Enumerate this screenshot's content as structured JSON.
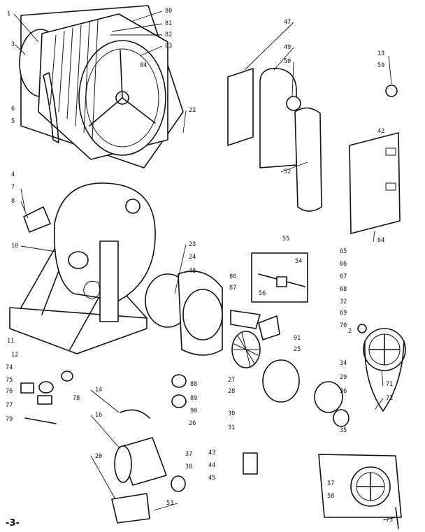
{
  "page_number": "-3-",
  "callouts": [
    {
      "id": "c1",
      "text": "1"
    },
    {
      "id": "c2",
      "text": "2"
    },
    {
      "id": "c3",
      "text": "3"
    },
    {
      "id": "c4",
      "text": "4"
    },
    {
      "id": "c5",
      "text": "5"
    },
    {
      "id": "c6",
      "text": "6"
    },
    {
      "id": "c7",
      "text": "7"
    },
    {
      "id": "c8",
      "text": "8"
    },
    {
      "id": "c10",
      "text": "10"
    },
    {
      "id": "c11",
      "text": "11"
    },
    {
      "id": "c12",
      "text": "12"
    },
    {
      "id": "c13",
      "text": "13"
    },
    {
      "id": "c14",
      "text": "14"
    },
    {
      "id": "c16",
      "text": "16"
    },
    {
      "id": "c20",
      "text": "20"
    },
    {
      "id": "c22",
      "text": "22"
    },
    {
      "id": "c23",
      "text": "23"
    },
    {
      "id": "c24",
      "text": "24"
    },
    {
      "id": "c25",
      "text": "25"
    },
    {
      "id": "c26",
      "text": "26"
    },
    {
      "id": "c27",
      "text": "27"
    },
    {
      "id": "c28",
      "text": "28"
    },
    {
      "id": "c29",
      "text": "29"
    },
    {
      "id": "c30",
      "text": "30"
    },
    {
      "id": "c31",
      "text": "31"
    },
    {
      "id": "c32",
      "text": "32"
    },
    {
      "id": "c34",
      "text": "34"
    },
    {
      "id": "c35",
      "text": "35"
    },
    {
      "id": "c36",
      "text": "36"
    },
    {
      "id": "c37",
      "text": "37"
    },
    {
      "id": "c38",
      "text": "38"
    },
    {
      "id": "c42",
      "text": "42"
    },
    {
      "id": "c43",
      "text": "43"
    },
    {
      "id": "c44",
      "text": "44"
    },
    {
      "id": "c45",
      "text": "45"
    },
    {
      "id": "c47",
      "text": "47"
    },
    {
      "id": "c48",
      "text": "48"
    },
    {
      "id": "c49",
      "text": "49"
    },
    {
      "id": "c50",
      "text": "50"
    },
    {
      "id": "c52",
      "text": "52"
    },
    {
      "id": "c53",
      "text": "53"
    },
    {
      "id": "c54",
      "text": "54"
    },
    {
      "id": "c55",
      "text": "55"
    },
    {
      "id": "c56",
      "text": "56"
    },
    {
      "id": "c57",
      "text": "57"
    },
    {
      "id": "c58",
      "text": "58"
    },
    {
      "id": "c59",
      "text": "59"
    },
    {
      "id": "c64",
      "text": "64"
    },
    {
      "id": "c65",
      "text": "65"
    },
    {
      "id": "c66",
      "text": "66"
    },
    {
      "id": "c67",
      "text": "67"
    },
    {
      "id": "c68",
      "text": "68"
    },
    {
      "id": "c69",
      "text": "69"
    },
    {
      "id": "c70",
      "text": "70"
    },
    {
      "id": "c71",
      "text": "71"
    },
    {
      "id": "c72",
      "text": "72"
    },
    {
      "id": "c73",
      "text": "73"
    },
    {
      "id": "c74",
      "text": "74"
    },
    {
      "id": "c75",
      "text": "75"
    },
    {
      "id": "c76",
      "text": "76"
    },
    {
      "id": "c77",
      "text": "77"
    },
    {
      "id": "c78",
      "text": "78"
    },
    {
      "id": "c79",
      "text": "79"
    },
    {
      "id": "c80",
      "text": "80"
    },
    {
      "id": "c81",
      "text": "81"
    },
    {
      "id": "c82",
      "text": "82"
    },
    {
      "id": "c83",
      "text": "83"
    },
    {
      "id": "c84",
      "text": "84"
    },
    {
      "id": "c86",
      "text": "86"
    },
    {
      "id": "c87",
      "text": "87"
    },
    {
      "id": "c88",
      "text": "88"
    },
    {
      "id": "c89",
      "text": "89"
    },
    {
      "id": "c90",
      "text": "90"
    },
    {
      "id": "c91",
      "text": "91"
    }
  ]
}
